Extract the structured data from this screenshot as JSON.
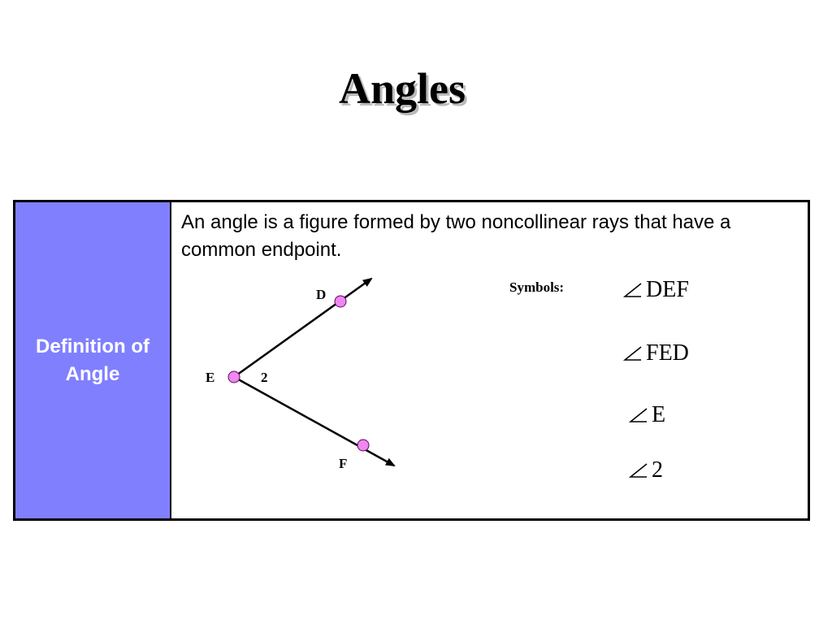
{
  "title": "Angles",
  "table": {
    "label": "Definition of Angle",
    "definition": "An angle is a figure formed by two noncollinear rays that have a common endpoint.",
    "figure": {
      "points": {
        "D": "D",
        "E": "E",
        "F": "F"
      },
      "angle_number": "2"
    },
    "symbols_label": "Symbols:",
    "symbols": [
      "DEF",
      "FED",
      "E",
      "2"
    ]
  },
  "colors": {
    "label_bg": "#8080ff",
    "point_fill": "#ee88ee"
  }
}
